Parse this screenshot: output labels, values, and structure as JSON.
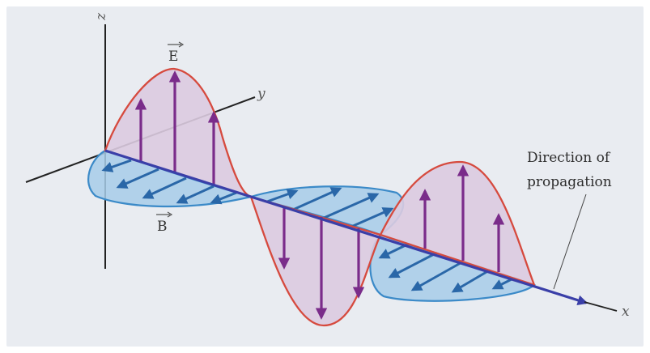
{
  "axes": {
    "x_label": "x",
    "y_label": "y",
    "z_label": "z"
  },
  "fields": {
    "electric_label": "E",
    "magnetic_label": "B"
  },
  "caption": {
    "line1": "Direction of",
    "line2": "propagation"
  },
  "colors": {
    "background": "#e9ecf1",
    "e_field_line": "#d64a3e",
    "e_field_fill": "#dccbe0",
    "e_arrow": "#7a2c8a",
    "b_field_line": "#3b8ac8",
    "b_field_fill": "#a7cde9",
    "b_arrow": "#2a67a8",
    "propagation_axis": "#3a3fa8",
    "axis": "#222222"
  }
}
